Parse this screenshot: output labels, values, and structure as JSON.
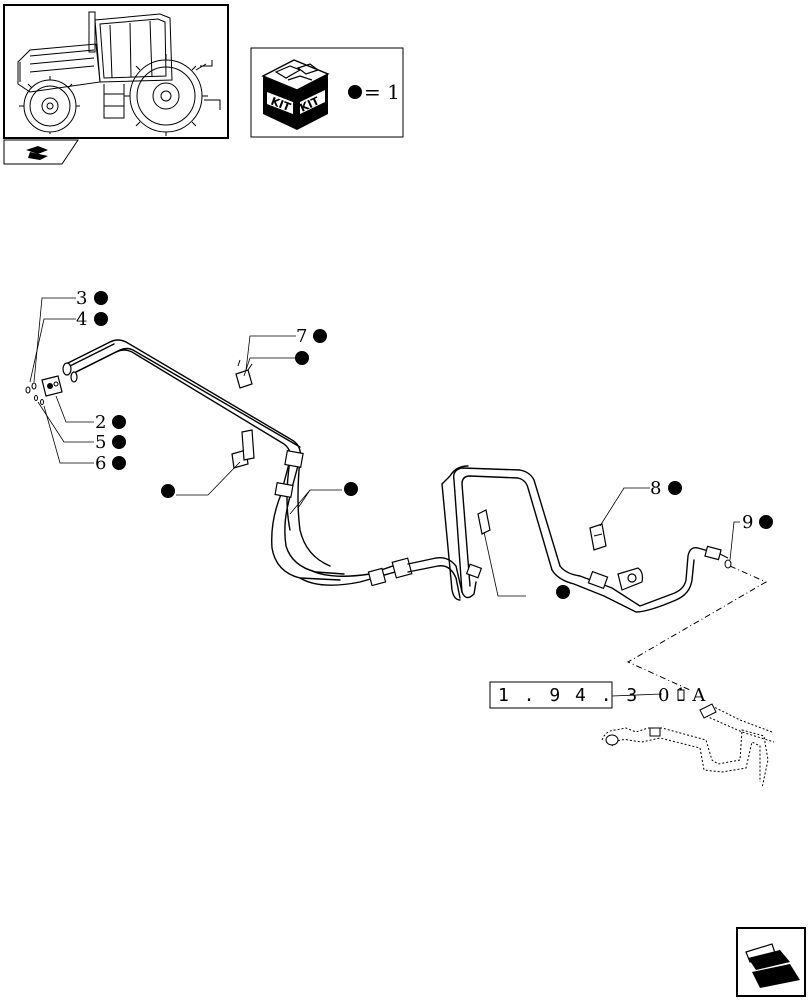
{
  "kit_legend": {
    "kit_word_1": "KIT",
    "kit_word_2": "KIT",
    "equals_text": "= 1"
  },
  "reference": {
    "code": "1 . 9 4 . 3",
    "suffix": "0 1 A"
  },
  "callouts": [
    {
      "id": "3",
      "label": "3",
      "kit": true
    },
    {
      "id": "4",
      "label": "4",
      "kit": true
    },
    {
      "id": "2",
      "label": "2",
      "kit": true
    },
    {
      "id": "5",
      "label": "5",
      "kit": true
    },
    {
      "id": "6",
      "label": "6",
      "kit": true
    },
    {
      "id": "7",
      "label": "7",
      "kit": true
    },
    {
      "id": "8",
      "label": "8",
      "kit": true
    },
    {
      "id": "9",
      "label": "9",
      "kit": true
    }
  ],
  "icons": {
    "thumbnail": "tractor-thumbnail-icon",
    "kit_box": "kit-box-icon",
    "page_back": "back-arrow-icon",
    "next_page": "next-page-arrow-icon"
  }
}
